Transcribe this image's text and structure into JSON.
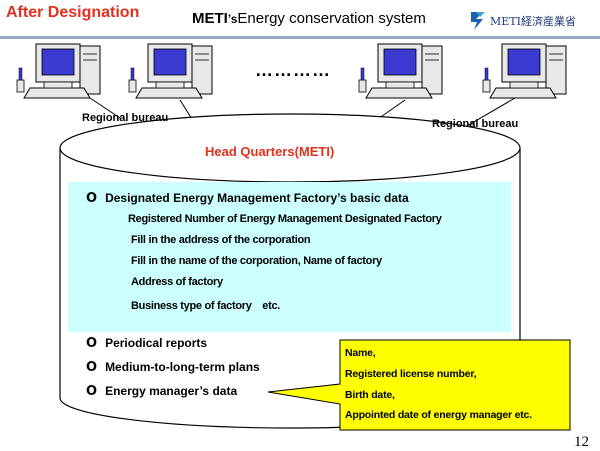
{
  "header": {
    "title": "After Designation",
    "system_brand": "METI",
    "system_possessive": "’s",
    "system_rest": "Energy conservation system",
    "logo_text": "METI経済産業省"
  },
  "network": {
    "ellipsis": "…………",
    "regional_left": "Regional bureau",
    "regional_right": "Regional bureau"
  },
  "hq": {
    "label": "Head Quarters(METI)"
  },
  "basic_data": {
    "bullet": "O",
    "heading": "Designated Energy Management Factory’s basic data",
    "items": [
      "Registered Number of Energy Management Designated Factory",
      "Fill in the address of the corporation",
      "Fill in the name of the corporation, Name of factory",
      "Address of factory",
      "Business type of factory　etc."
    ]
  },
  "other_items": {
    "bullet": "O",
    "periodical": "Periodical reports",
    "plans": "Medium-to-long-term plans",
    "manager": "Energy manager’s data"
  },
  "callout": {
    "lines": [
      "Name,",
      "Registered license number,",
      "Birth date,",
      "Appointed date of energy manager etc."
    ]
  },
  "page_number": "12",
  "colors": {
    "accent_red": "#e0301e",
    "box_cyan": "#ccffff",
    "callout_yellow": "#ffff00",
    "rule_blue": "#9aa8c8"
  }
}
